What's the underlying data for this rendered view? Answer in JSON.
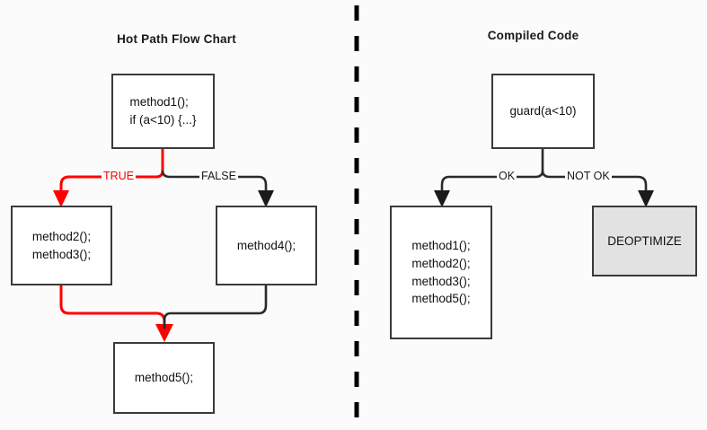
{
  "panels": {
    "left": {
      "title": "Hot Path Flow Chart"
    },
    "right": {
      "title": "Compiled Code"
    }
  },
  "nodes": {
    "interpreted_entry": {
      "text": "method1();\nif (a<10) {...}"
    },
    "true_branch": {
      "text": "method2();\nmethod3();"
    },
    "false_branch": {
      "text": "method4();"
    },
    "join": {
      "text": "method5();"
    },
    "guard": {
      "text": "guard(a<10)"
    },
    "compiled_body": {
      "text": "method1();\nmethod2();\nmethod3();\nmethod5();"
    },
    "deoptimize": {
      "text": "DEOPTIMIZE"
    }
  },
  "edges": {
    "true_label": "TRUE",
    "false_label": "FALSE",
    "ok_label": "OK",
    "not_ok_label": "NOT OK"
  },
  "colors": {
    "hot_path": "#ff0000",
    "wire": "#2b2b2b",
    "node_border": "#3a3a3a",
    "node_fill": "#ffffff",
    "shaded_fill": "#e2e2e2",
    "background": "#fbfbfb"
  }
}
